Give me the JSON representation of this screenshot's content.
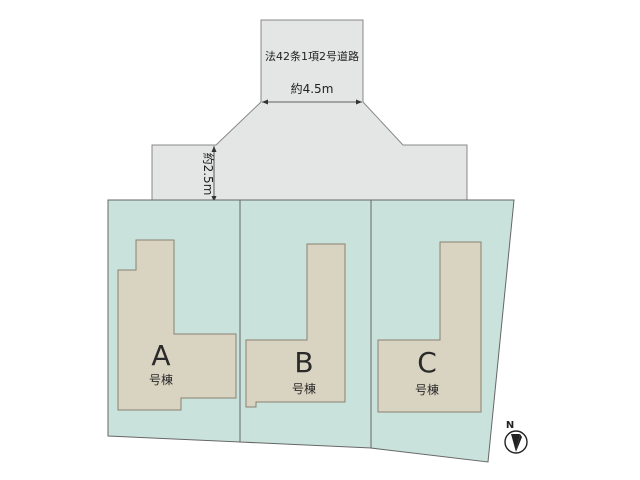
{
  "road": {
    "label": "法42条1項2号道路",
    "width_label": "約4.5m",
    "setback_label": "約2.5m",
    "fill_color": "#e4e5e5",
    "stroke_color": "#888888"
  },
  "lots": [
    {
      "id": "A",
      "letter": "A",
      "sub_label": "号棟"
    },
    {
      "id": "B",
      "letter": "B",
      "sub_label": "号棟"
    },
    {
      "id": "C",
      "letter": "C",
      "sub_label": "号棟"
    }
  ],
  "colors": {
    "lot_fill": "#c9e2db",
    "lot_stroke": "#666666",
    "building_fill": "#d9d3c1",
    "building_stroke": "#8a8070"
  },
  "compass": {
    "label": "N",
    "icon": "north-arrow-icon"
  }
}
